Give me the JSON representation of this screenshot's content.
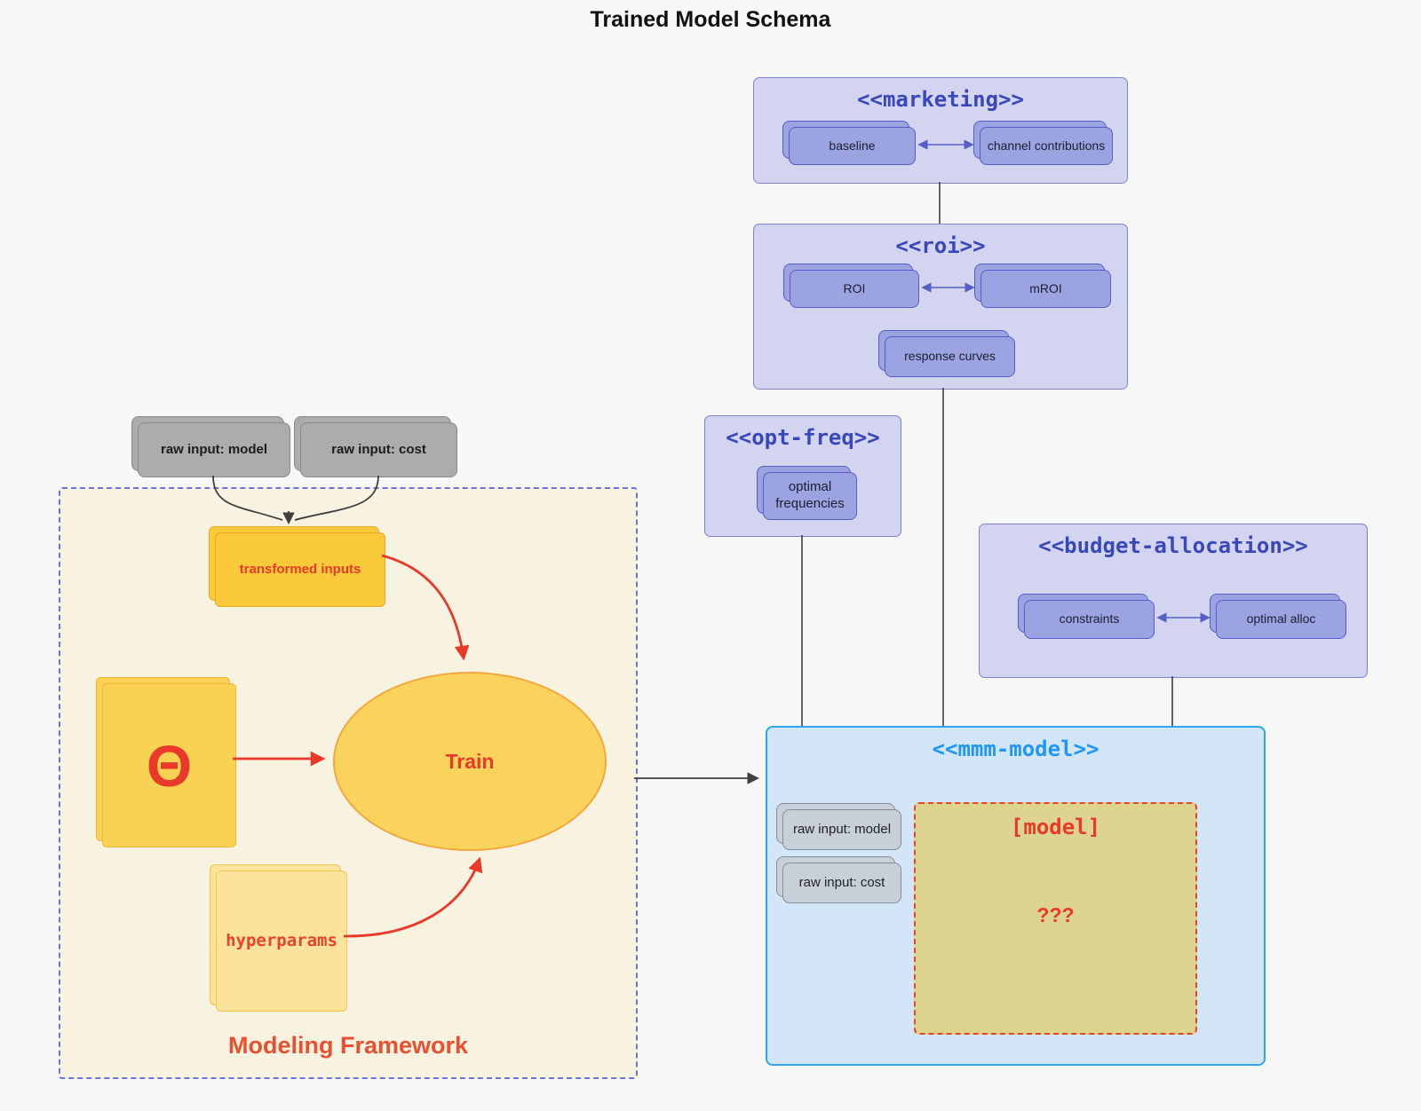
{
  "title": "Trained Model Schema",
  "external_inputs": {
    "raw_input_model": "raw input: model",
    "raw_input_cost": "raw input: cost"
  },
  "framework": {
    "label": "Modeling Framework",
    "transformed_inputs": "transformed inputs",
    "theta": "Θ",
    "train": "Train",
    "hyperparams": "hyperparams"
  },
  "marketing": {
    "label": "<<marketing>>",
    "baseline": "baseline",
    "channel_contributions": "channel contributions"
  },
  "roi": {
    "label": "<<roi>>",
    "roi": "ROI",
    "mroi": "mROI",
    "response_curves": "response curves"
  },
  "opt_freq": {
    "label": "<<opt-freq>>",
    "optimal_frequencies": "optimal frequencies"
  },
  "budget_allocation": {
    "label": "<<budget-allocation>>",
    "constraints": "constraints",
    "optimal_alloc": "optimal alloc"
  },
  "mmm_model": {
    "label": "<<mmm-model>>",
    "raw_input_model": "raw input: model",
    "raw_input_cost": "raw input: cost",
    "model_label": "[model]",
    "model_placeholder": "???"
  },
  "colors": {
    "background": "#f7f7f8",
    "group_fill": "#d3d5f0",
    "group_border": "#7b82d4",
    "group_title": "#3a47b8",
    "node_purple": "#9ba3e0",
    "node_purple_border": "#545dc6",
    "mmm_fill": "#d3e6f7",
    "mmm_border": "#2ea7ea",
    "mmm_title": "#2196f3",
    "framework_fill": "#f8f2e0",
    "framework_border": "#6a73d9",
    "gold": "#fbca3a",
    "khaki_model_box": "#ddd48f",
    "accent_red": "#e8392a",
    "edge_dark": "#3f3f3f"
  }
}
